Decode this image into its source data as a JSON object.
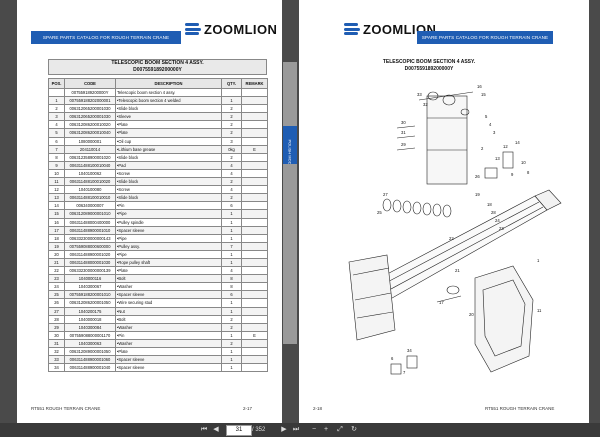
{
  "catalog_header": "SPARE PARTS CATALOG FOR ROUGH TERRAIN CRANE",
  "brand": "ZOOMLION",
  "side_tab_label": "POLISH MODE",
  "assembly": {
    "title": "TELESCOPIC BOOM SECTION 4 ASSY.",
    "code": "D007559189200000Y"
  },
  "table": {
    "headers": [
      "POS.",
      "CODE",
      "DESCRIPTION",
      "QTY.",
      "REMARK"
    ],
    "rows": [
      [
        "",
        "007559189200000Y",
        "Telescopic boom section 4 assy.",
        "",
        ""
      ],
      [
        "1",
        "007559188202000001",
        "•Telescopic boom section 4 welded",
        "1",
        ""
      ],
      [
        "2",
        "006312065200001030",
        "•Slide block",
        "2",
        ""
      ],
      [
        "3",
        "006312065200001030",
        "•Sleeve",
        "2",
        ""
      ],
      [
        "4",
        "006312086200010020",
        "•Plate",
        "2",
        ""
      ],
      [
        "5",
        "006312086200010040",
        "•Plate",
        "2",
        ""
      ],
      [
        "6",
        "1080000001",
        "•Oil cup",
        "3",
        ""
      ],
      [
        "7",
        "204110014",
        "•Lithium base grease",
        "0kg",
        "E"
      ],
      [
        "8",
        "006312358900001020",
        "•Slide block",
        "2",
        ""
      ],
      [
        "9",
        "006311488100010040",
        "•Pad",
        "4",
        ""
      ],
      [
        "10",
        "1040100062",
        "•Screw",
        "4",
        ""
      ],
      [
        "11",
        "006311488100010020",
        "•Slide block",
        "2",
        ""
      ],
      [
        "12",
        "1040100080",
        "•Screw",
        "4",
        ""
      ],
      [
        "13",
        "006311488100010010",
        "•Slide block",
        "2",
        ""
      ],
      [
        "14",
        "006340000007",
        "•Pin",
        "6",
        ""
      ],
      [
        "15",
        "006312089000001010",
        "•Pipe",
        "1",
        ""
      ],
      [
        "16",
        "006311488000400000",
        "•Pulley spindle",
        "1",
        ""
      ],
      [
        "17",
        "006311488900001010",
        "•Spacer sleeve",
        "1",
        ""
      ],
      [
        "18",
        "006332300000000143",
        "•Pipe",
        "1",
        ""
      ],
      [
        "19",
        "007559088000600000",
        "•Pulley assy.",
        "7",
        ""
      ],
      [
        "20",
        "006311488900001020",
        "•Pipe",
        "1",
        ""
      ],
      [
        "21",
        "006311488000001030",
        "•Rope pulley shaft",
        "1",
        ""
      ],
      [
        "22",
        "006332300000000139",
        "•Plate",
        "4",
        ""
      ],
      [
        "23",
        "1040000116",
        "•Bolt",
        "8",
        ""
      ],
      [
        "24",
        "1040300067",
        "•Washer",
        "8",
        ""
      ],
      [
        "25",
        "007559188200001010",
        "•Spacer sleeve",
        "6",
        ""
      ],
      [
        "26",
        "006312086200001050",
        "•Wire securing stud",
        "1",
        ""
      ],
      [
        "27",
        "1040200175",
        "•Nut",
        "1",
        ""
      ],
      [
        "28",
        "1040000018",
        "•Bolt",
        "2",
        ""
      ],
      [
        "29",
        "1040300084",
        "•Washer",
        "2",
        ""
      ],
      [
        "30",
        "007559088000001170",
        "•Pin",
        "1",
        "E"
      ],
      [
        "31",
        "1040300063",
        "•Washer",
        "2",
        ""
      ],
      [
        "32",
        "006312089000001050",
        "•Plate",
        "1",
        ""
      ],
      [
        "33",
        "006311488900001060",
        "•Spacer sleeve",
        "1",
        ""
      ],
      [
        "34",
        "006311488900001040",
        "•Spacer sleeve",
        "1",
        ""
      ]
    ]
  },
  "footer": {
    "left_model": "RT551 ROUGH TERRAIN CRANE",
    "left_page": "2-17",
    "right_page": "2-18",
    "right_model": "RT551 ROUGH TERRAIN CRANE"
  },
  "viewer": {
    "current_page": "31",
    "total_pages": "/ 352",
    "icons": [
      "first-page-icon",
      "prev-page-icon",
      "next-page-icon",
      "last-page-icon",
      "zoom-out-icon",
      "zoom-in-icon",
      "fit-icon",
      "rotate-icon"
    ]
  },
  "diagram_callouts": [
    "33",
    "32",
    "30",
    "31",
    "29",
    "16",
    "15",
    "5",
    "4",
    "3",
    "2",
    "13",
    "12",
    "14",
    "10",
    "8",
    "9",
    "26",
    "27",
    "25",
    "19",
    "18",
    "28",
    "24",
    "23",
    "22",
    "21",
    "17",
    "20",
    "1",
    "11",
    "34",
    "6",
    "7"
  ],
  "colors": {
    "accent": "#1f5db3",
    "viewer_bg": "#4a4a4a",
    "toolbar": "#3a3a3a"
  }
}
